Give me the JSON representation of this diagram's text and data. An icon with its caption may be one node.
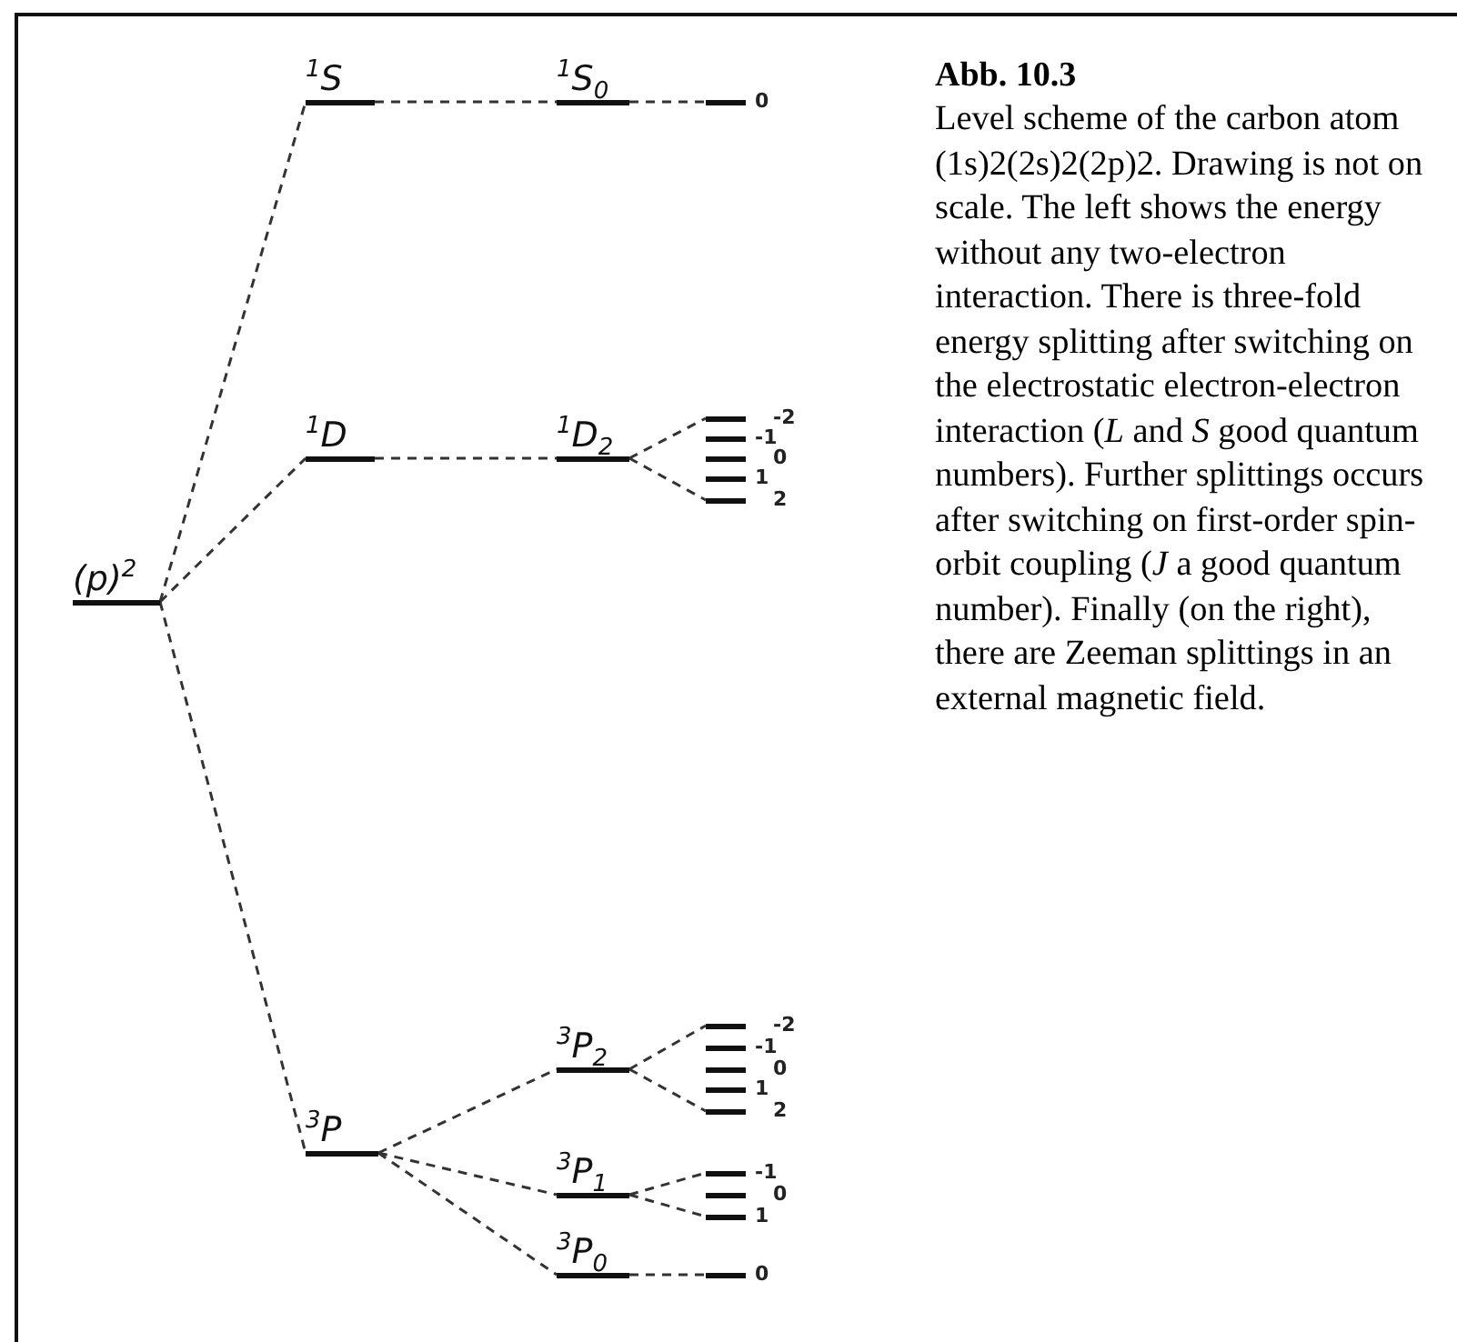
{
  "diagram": {
    "title": "Abb. 10.3",
    "caption": "Level scheme of the carbon atom (1s)2(2s)2(2p)2. Drawing is not on scale. The left shows the energy without any two-electron interaction. There is three-fold energy splitting after switching on the electrostatic electron-electron interaction (*L* and *S* good quantum numbers). Further splittings occurs after switching on first-order spin-orbit coupling (*J* a good quantum number). Finally (on the right), there are Zeeman splittings in an external magnetic field.",
    "nodes": [
      {
        "text": [
          "(p)$^{2}$"
        ]
      },
      {
        "text": [
          "$^{1}$S"
        ]
      },
      {
        "text": [
          "$^{1}$D"
        ]
      },
      {
        "text": [
          "$^{3}$P"
        ]
      },
      {
        "text": [
          "$^{1}$S$_{0}$"
        ]
      },
      {
        "text": [
          "$^{1}$D$_{2}$"
        ]
      },
      {
        "text": [
          "$^{3}$P$_{2}$"
        ]
      },
      {
        "text": [
          "$^{3}$P$_{1}$"
        ]
      },
      {
        "text": [
          "$^{3}$P$_{0}$"
        ]
      },
      {
        "text": [
          "0"
        ]
      },
      {
        "text": [
          "-2"
        ]
      },
      {
        "text": [
          "-1"
        ]
      },
      {
        "text": [
          "0"
        ]
      },
      {
        "text": [
          "1"
        ]
      },
      {
        "text": [
          "2"
        ]
      },
      {
        "text": [
          "-2"
        ]
      },
      {
        "text": [
          "-1"
        ]
      },
      {
        "text": [
          "0"
        ]
      },
      {
        "text": [
          "1"
        ]
      },
      {
        "text": [
          "2"
        ]
      },
      {
        "text": [
          "-1"
        ]
      },
      {
        "text": [
          "0"
        ]
      },
      {
        "text": [
          "1"
        ]
      },
      {
        "text": [
          "0"
        ]
      }
    ],
    "edges": [
      {
        "from": 0,
        "to": 1,
        "arrow": "none",
        "style": "dashed"
      },
      {
        "from": 0,
        "to": 2,
        "arrow": "none",
        "style": "dashed"
      },
      {
        "from": 0,
        "to": 3,
        "arrow": "none",
        "style": "dashed"
      },
      {
        "from": 1,
        "to": 4,
        "arrow": "none",
        "style": "dashed"
      },
      {
        "from": 2,
        "to": 5,
        "arrow": "none",
        "style": "dashed"
      },
      {
        "from": 3,
        "to": 6,
        "arrow": "none",
        "style": "dashed"
      },
      {
        "from": 3,
        "to": 7,
        "arrow": "none",
        "style": "dashed"
      },
      {
        "from": 3,
        "to": 8,
        "arrow": "none",
        "style": "dashed"
      },
      {
        "from": 4,
        "to": 9,
        "arrow": "none",
        "style": "dashed"
      },
      {
        "from": 5,
        "to": 10,
        "arrow": "none",
        "style": "dashed"
      },
      {
        "from": 5,
        "to": 14,
        "arrow": "none",
        "style": "dashed"
      },
      {
        "from": 6,
        "to": 15,
        "arrow": "none",
        "style": "dashed"
      },
      {
        "from": 6,
        "to": 19,
        "arrow": "none",
        "style": "dashed"
      },
      {
        "from": 7,
        "to": 20,
        "arrow": "none",
        "style": "dashed"
      },
      {
        "from": 7,
        "to": 22,
        "arrow": "none",
        "style": "dashed"
      },
      {
        "from": 8,
        "to": 23,
        "arrow": "none",
        "style": "dashed"
      }
    ]
  }
}
